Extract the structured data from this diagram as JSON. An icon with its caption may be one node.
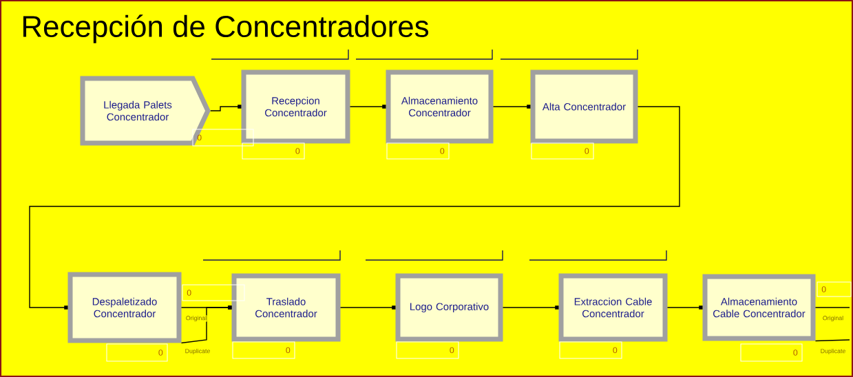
{
  "diagram": {
    "title": "Recepción de Concentradores",
    "nodes": [
      {
        "text": [
          "Llegada Palets Concentrador"
        ]
      },
      {
        "text": [
          "Recepcion Concentrador"
        ]
      },
      {
        "text": [
          "Almacenamiento Concentrador"
        ]
      },
      {
        "text": [
          "Alta Concentrador"
        ]
      },
      {
        "text": [
          "Despaletizado Concentrador"
        ]
      },
      {
        "text": [
          "Traslado Concentrador"
        ]
      },
      {
        "text": [
          "Logo Corporativo"
        ]
      },
      {
        "text": [
          "Extraccion Cable Concentrador"
        ]
      },
      {
        "text": [
          "Almacenamiento Cable Concentrador"
        ]
      },
      {
        "text": [
          "0"
        ]
      },
      {
        "text": [
          "0"
        ]
      },
      {
        "text": [
          "0"
        ]
      },
      {
        "text": [
          "0"
        ]
      },
      {
        "text": [
          "0"
        ]
      },
      {
        "text": [
          "0"
        ]
      },
      {
        "text": [
          "0"
        ]
      },
      {
        "text": [
          "0"
        ]
      },
      {
        "text": [
          "0"
        ]
      },
      {
        "text": [
          "0"
        ]
      },
      {
        "text": [
          "0"
        ]
      }
    ],
    "edges": [
      {
        "from": 0,
        "to": 1,
        "arrow": "other"
      },
      {
        "from": 1,
        "to": 2,
        "arrow": "other"
      },
      {
        "from": 2,
        "to": 3,
        "arrow": "other"
      },
      {
        "from": 3,
        "to": 4,
        "arrow": "other"
      },
      {
        "from": 4,
        "to": 5,
        "arrow": "other",
        "label": "Original"
      },
      {
        "from": 4,
        "to": 5,
        "arrow": "other",
        "label": "Duplicate"
      },
      {
        "from": 5,
        "to": 6,
        "arrow": "other"
      },
      {
        "from": 6,
        "to": 7,
        "arrow": "other"
      },
      {
        "from": 7,
        "to": 8,
        "arrow": "other"
      },
      {
        "from": 8,
        "to": null,
        "arrow": "none",
        "label": "Original"
      },
      {
        "from": 8,
        "to": null,
        "arrow": "none",
        "label": "Duplicate"
      }
    ]
  }
}
